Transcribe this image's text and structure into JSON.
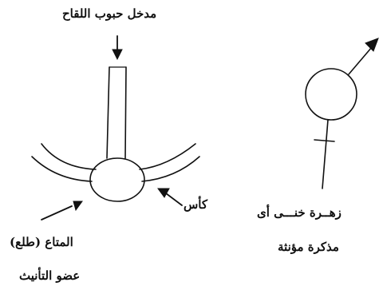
{
  "labels": {
    "pollen_entrance": "مدخل حبوب اللقاح",
    "calyx": "كأس",
    "pistil_line1": "المتاع  (طلع)",
    "pistil_line2": "عضو التأنيث",
    "hermaphrodite_line1": "زهــرة خنـــى أى",
    "hermaphrodite_line2": "مذكرة مؤنثة"
  }
}
